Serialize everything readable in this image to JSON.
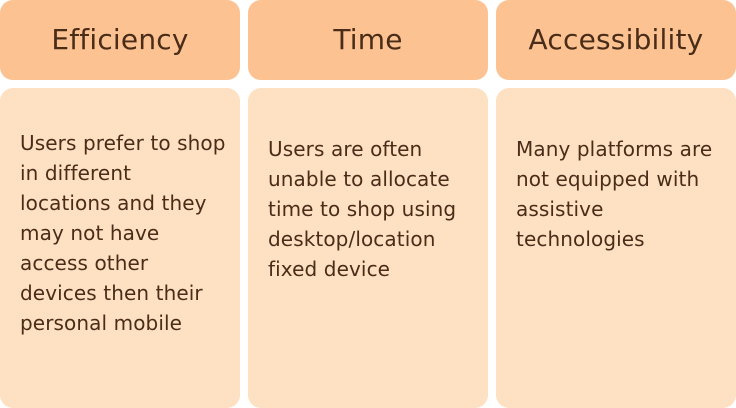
{
  "columns": [
    {
      "title": "Efficiency",
      "body": "Users prefer to shop in different locations and they may not have access other devices then their personal mobile"
    },
    {
      "title": "Time",
      "body": "Users are often unable to allocate time to shop using desktop/location fixed device"
    },
    {
      "title": "Accessibility",
      "body": "Many platforms are not equipped with assistive technologies"
    }
  ],
  "colors": {
    "header_fill": "#fdc291",
    "body_fill": "#fde1c2",
    "text": "#4a2d19"
  }
}
